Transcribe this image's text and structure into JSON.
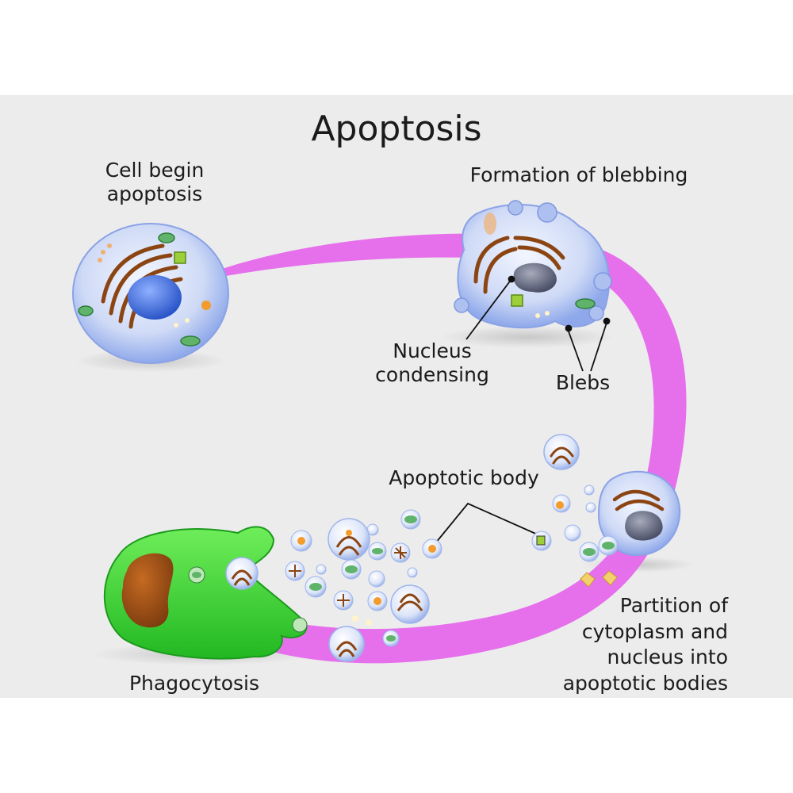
{
  "title": "Apoptosis",
  "stages": {
    "cell_begin": "Cell begin\napoptosis",
    "blebbing": "Formation of blebbing",
    "nucleus_condensing": "Nucleus\ncondensing",
    "blebs": "Blebs",
    "apoptotic_body": "Apoptotic body",
    "partition": "Partition of\ncytoplasm and\nnucleus into\napoptotic bodies",
    "phagocytosis": "Phagocytosis"
  },
  "colors": {
    "background": "#ececec",
    "arrow": "#e668ec",
    "cell_fill": "#c5d3f3",
    "nucleus": "#3d6fe0",
    "condensed_nucleus": "#5a6078",
    "golgi": "#8b4513",
    "mitochondria": "#5fb36a",
    "phagocyte": "#3ad43a",
    "phagocyte_nucleus": "#9b4f17",
    "vesicle": "#f39c2b"
  }
}
